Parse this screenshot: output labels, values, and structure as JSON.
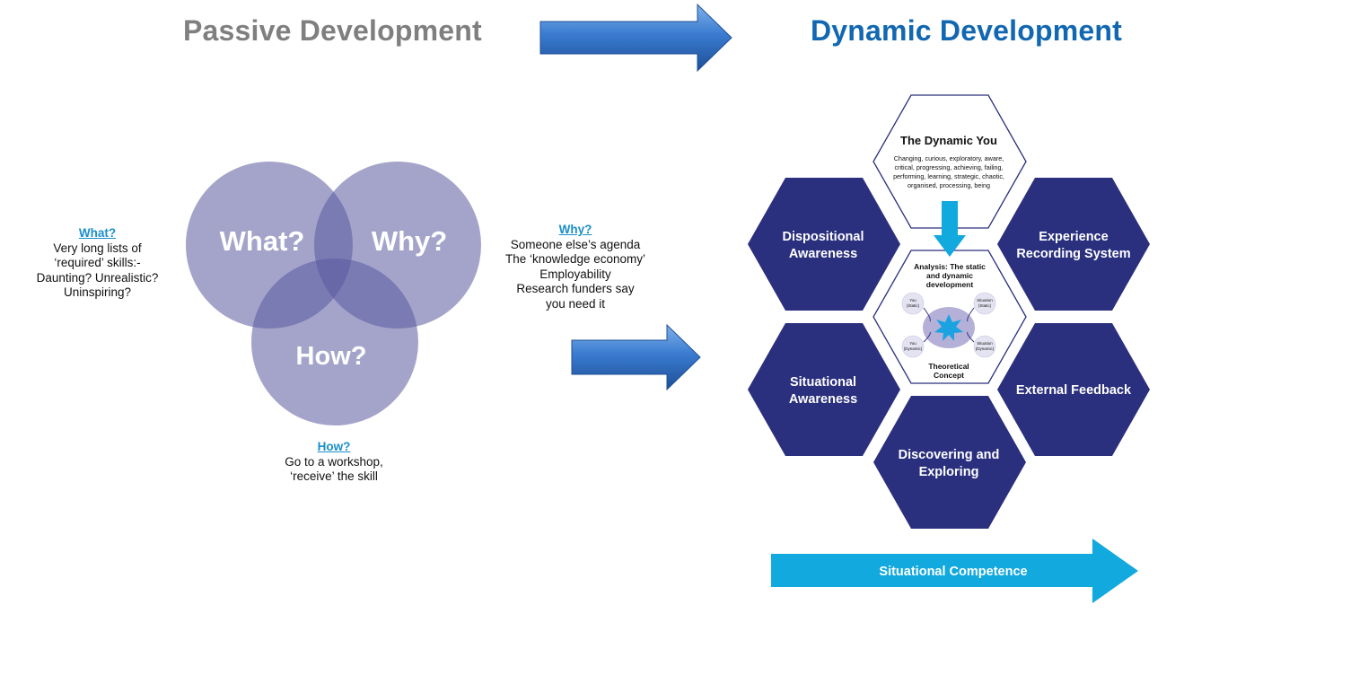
{
  "titles": {
    "passive": "Passive Development",
    "dynamic": "Dynamic Development"
  },
  "venn": {
    "what": "What?",
    "why": "Why?",
    "how": "How?"
  },
  "notes": {
    "what": {
      "heading": "What?",
      "lines": [
        "Very long lists of",
        "‘required’ skills:-",
        "Daunting? Unrealistic?",
        "Uninspiring?"
      ]
    },
    "why": {
      "heading": "Why?",
      "lines": [
        "Someone else’s agenda",
        "The ‘knowledge economy’",
        "Employability",
        "Research funders say",
        "you need it"
      ]
    },
    "how": {
      "heading": "How?",
      "lines": [
        "Go to a workshop,",
        "‘receive’ the skill"
      ]
    }
  },
  "hexagons": {
    "dynamic_you": {
      "title": "The Dynamic You",
      "lines": [
        "Changing, curious, exploratory, aware,",
        "critical, progressing, achieving, failing,",
        "performing, learning, strategic, chaotic,",
        "organised, processing, being"
      ]
    },
    "center": {
      "title_lines": [
        "Analysis: The static",
        "and dynamic",
        "development"
      ],
      "concept_lines": [
        "Theoretical",
        "Concept"
      ],
      "nodes": {
        "you_static": [
          "You",
          "(Static)"
        ],
        "situation_static": [
          "Situation",
          "(Static)"
        ],
        "you_dynamic": [
          "You",
          "(Dynamic)"
        ],
        "situation_dynamic": [
          "Situation",
          "(Dynamic)"
        ]
      }
    },
    "dispositional": [
      "Dispositional",
      "Awareness"
    ],
    "experience": [
      "Experience",
      "Recording System"
    ],
    "situational": [
      "Situational",
      "Awareness"
    ],
    "external": [
      "External Feedback"
    ],
    "discovering": [
      "Discovering and",
      "Exploring"
    ]
  },
  "competence_arrow": "Situational Competence",
  "colors": {
    "passive_title": "#7f7f7f",
    "dynamic_title": "#1167b1",
    "venn_circle": "#8a8ab8",
    "hex_dark": "#2a2f7e",
    "arrow_blue": "#2f6fc2",
    "cyan": "#11a9de",
    "note_heading": "#1b8ec9"
  }
}
